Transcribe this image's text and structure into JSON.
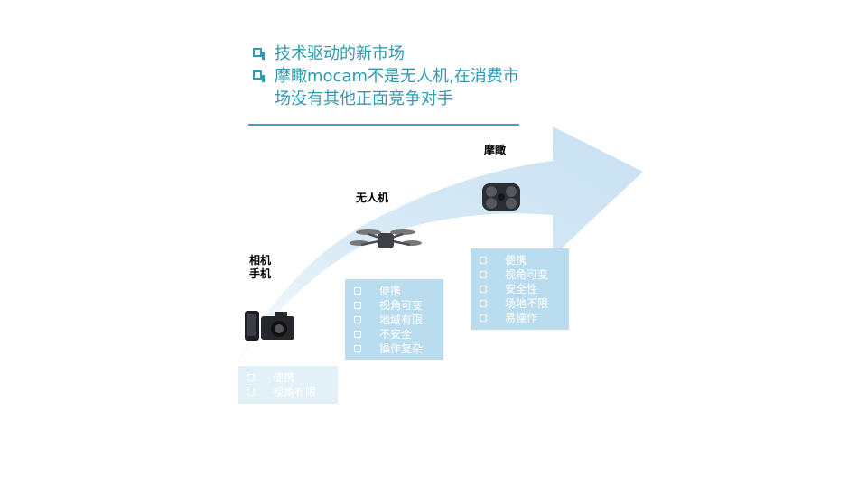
{
  "bullets": [
    {
      "text": "技术驱动的新市场"
    },
    {
      "text": "摩瞰mocam不是无人机,在消费市",
      "text2": "场没有其他正面竞争对手"
    }
  ],
  "colors": {
    "accent": "#2f9ab0",
    "arrow": "#cfe5f4",
    "panel": "#b9dcef"
  },
  "stages": [
    {
      "label_lines": [
        "相机",
        "手机"
      ],
      "icon": "camera-phone-icon",
      "features": [
        "便携",
        "视角有限"
      ]
    },
    {
      "label_lines": [
        "无人机"
      ],
      "icon": "drone-icon",
      "features": [
        "便携",
        "视角可变",
        "地域有限",
        "不安全",
        "操作复杂"
      ]
    },
    {
      "label_lines": [
        "摩瞰"
      ],
      "icon": "mocam-drone-icon",
      "features": [
        "便携",
        "视角可变",
        "安全性",
        "场地不限",
        "易操作"
      ]
    }
  ]
}
